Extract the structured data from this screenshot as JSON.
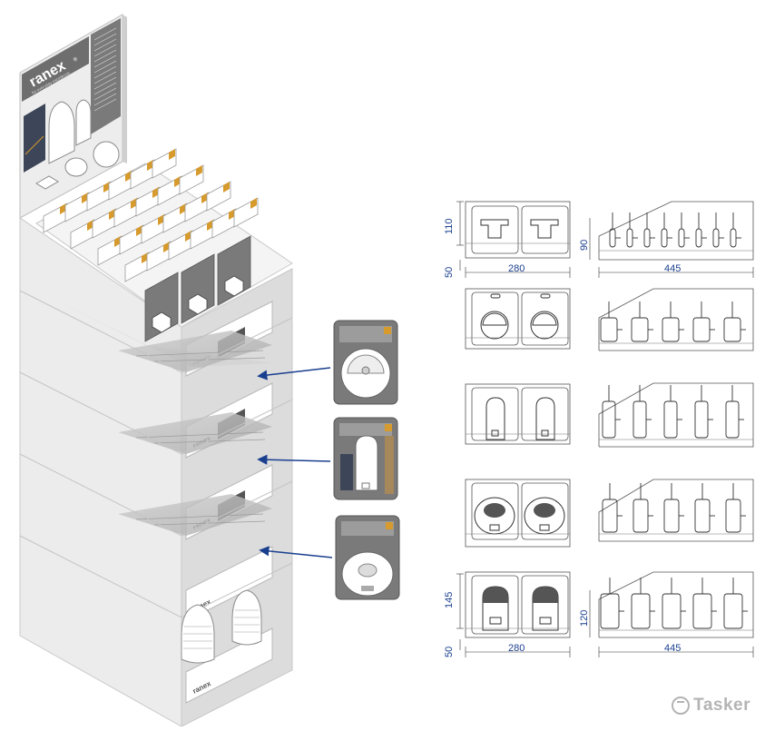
{
  "brand": {
    "logo": "ranex",
    "registered": "®",
    "tagline": "for everyday excellence"
  },
  "watermark": "Tasker",
  "colors": {
    "dimension": "#1a3f8f",
    "arrow": "#1a3f8f",
    "rack_light": "#e6e6e6",
    "rack_dark": "#b9b9b9",
    "header_dark": "#6e6e6e",
    "accent": "#d79a2c"
  },
  "dimensions": {
    "row1_height": "110",
    "row1_bottom": "50",
    "row1_width": "280",
    "row1_side_height": "90",
    "row1_depth": "445",
    "row5_height": "145",
    "row5_bottom": "50",
    "row5_width": "280",
    "row5_side_height": "120",
    "row5_depth": "445"
  },
  "product_cards": [
    {
      "icon": "round-night-light"
    },
    {
      "icon": "tall-night-light"
    },
    {
      "icon": "motion-sensor-light"
    }
  ]
}
